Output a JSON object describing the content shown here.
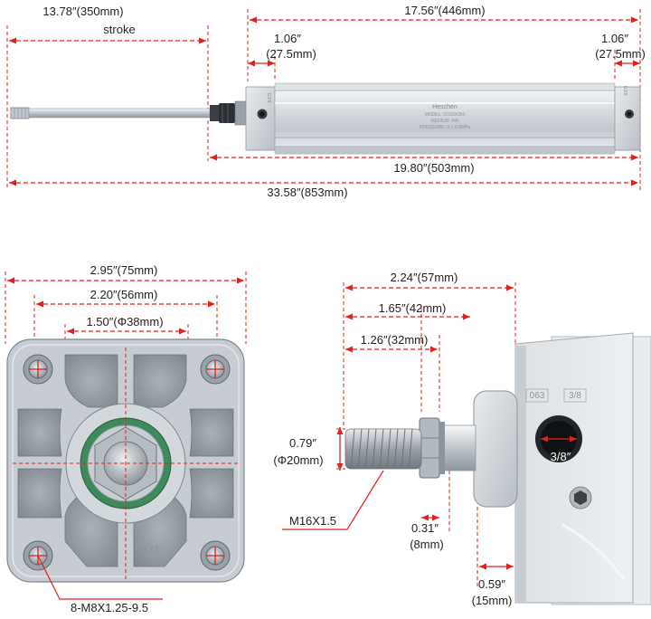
{
  "colors": {
    "dimension_line": "#e0211f",
    "label_text": "#222222",
    "aluminum": "#c9ced3",
    "seal_ring": "#3f8a5c"
  },
  "top_view": {
    "stroke_dim": "13.78″(350mm)",
    "stroke_label": "stroke",
    "body_length": "17.56″(446mm)",
    "end_cap_left_in": "1.06″",
    "end_cap_left_mm": "(27.5mm)",
    "end_cap_right_in": "1.06″",
    "end_cap_right_mm": "(27.5mm)",
    "retracted_length": "19.80″(503mm)",
    "extended_length": "33.58″(853mm)",
    "brand": "Heschen",
    "model": "MODEL: SC63X350",
    "spec_line1": "MEDIUM: AIR",
    "spec_line2": "PRESSURE: 0.1-0.9MPa",
    "port_left_size": "G3/8",
    "port_right_size": "G3/8"
  },
  "end_view": {
    "width": "2.95″(75mm)",
    "bolt_spacing": "2.20″(56mm)",
    "boss_diameter": "1.50″(Φ38mm)",
    "engraving": "LY1",
    "tie_rod_spec": "8-M8X1.25-9.5"
  },
  "side_view": {
    "overall": "2.24″(57mm)",
    "to_nut": "1.65″(42mm)",
    "thread_length": "1.26″(32mm)",
    "rod_dia_in": "0.79″",
    "rod_dia_mm": "(Φ20mm)",
    "thread_spec": "M16X1.5",
    "nut_in": "0.31″",
    "nut_mm": "(8mm)",
    "boss_in": "0.59″",
    "boss_mm": "(15mm)",
    "port_label": "3/8″",
    "bore_engraving": "063",
    "port_engraving": "3/8"
  }
}
